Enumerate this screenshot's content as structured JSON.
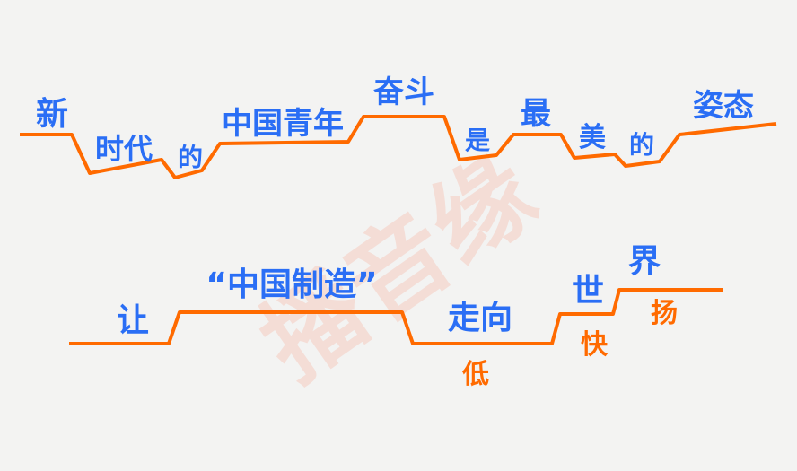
{
  "colors": {
    "text": "#2a6ef5",
    "line": "#ff6a00",
    "background": "#f3f3f2"
  },
  "watermark": "播音缘",
  "line1": {
    "words": [
      "新",
      "时代",
      "的",
      "中国青年",
      "奋斗",
      "是",
      "最",
      "美",
      "的",
      "姿态"
    ]
  },
  "line2": {
    "words": [
      "让",
      "“中国制造”",
      "走向",
      "世",
      "界"
    ],
    "tone_marks": [
      "低",
      "快",
      "扬"
    ]
  }
}
